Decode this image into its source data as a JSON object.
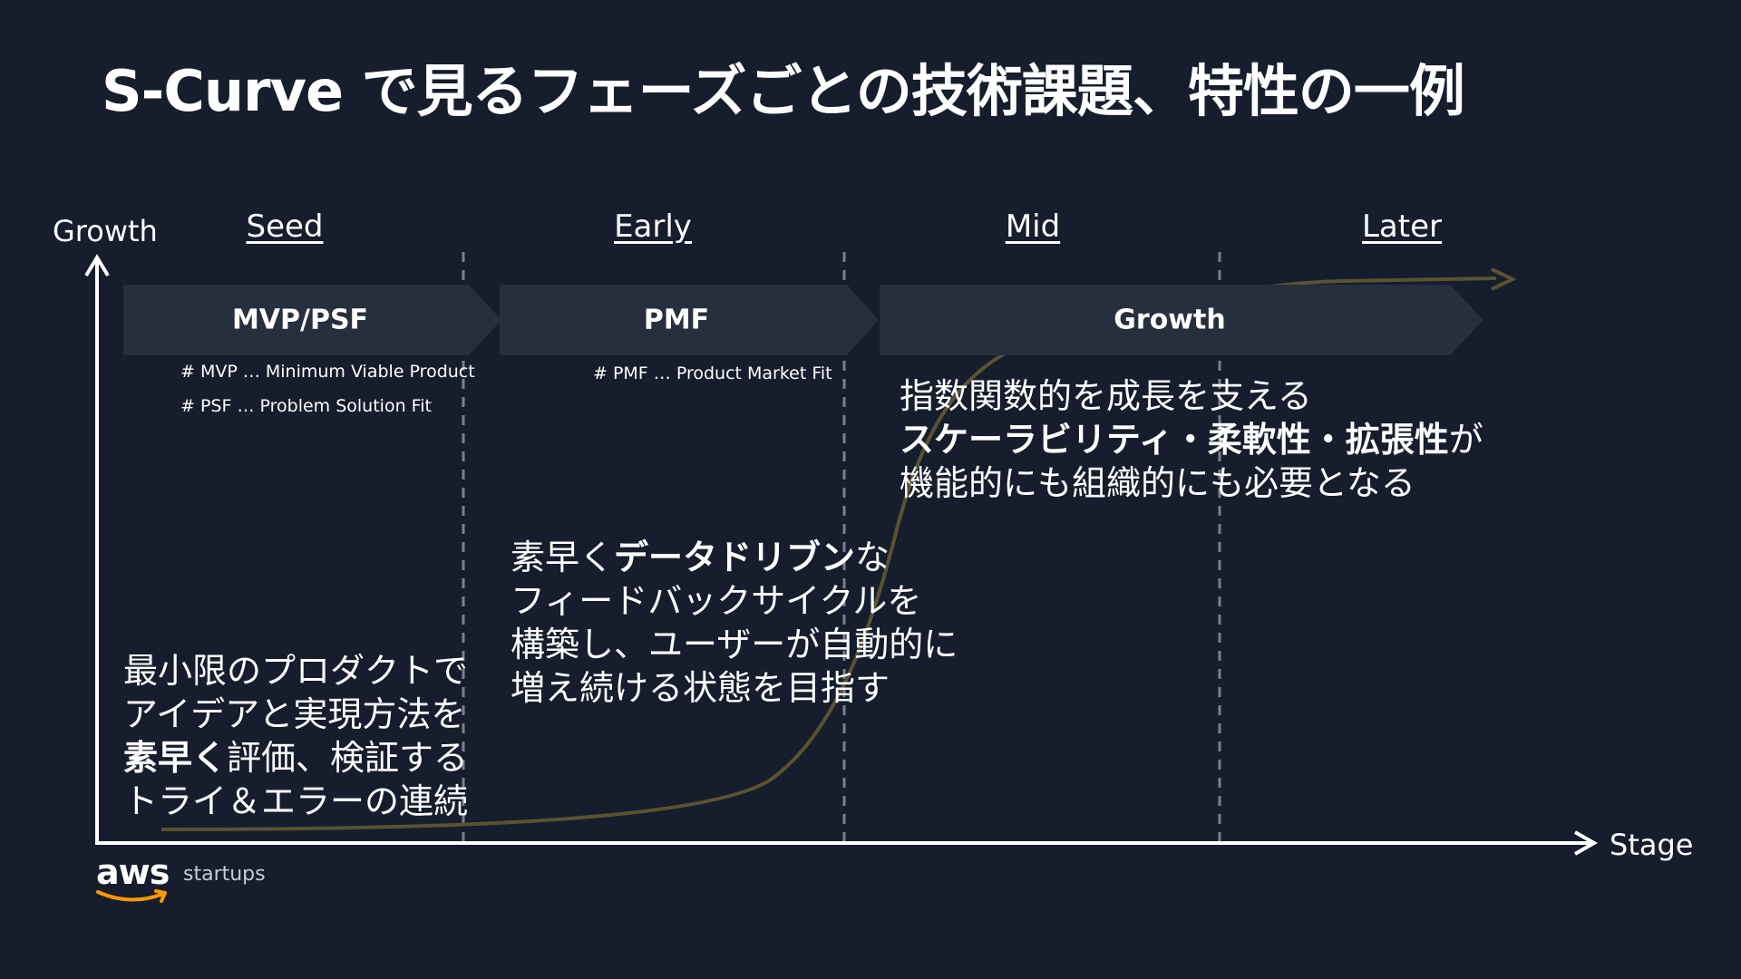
{
  "title": "S-Curve で見るフェーズごとの技術課題、特性の一例",
  "axes": {
    "y_label": "Growth",
    "x_label": "Stage"
  },
  "phases": [
    {
      "label": "Seed"
    },
    {
      "label": "Early"
    },
    {
      "label": "Mid"
    },
    {
      "label": "Later"
    }
  ],
  "stages": [
    {
      "label": "MVP/PSF"
    },
    {
      "label": "PMF"
    },
    {
      "label": "Growth"
    }
  ],
  "notes": {
    "mvp": "# MVP … Minimum Viable Product",
    "psf": "# PSF … Problem Solution Fit",
    "pmf": "# PMF … Product Market Fit"
  },
  "descriptions": {
    "seed": {
      "line1": "最小限のプロダクトで",
      "line2": "アイデアと実現方法を",
      "line3_bold": "素早く",
      "line3_rest": "評価、検証する",
      "line4": "トライ＆エラーの連続"
    },
    "early": {
      "line1_pre": "素早く",
      "line1_bold": "データドリブン",
      "line1_post": "な",
      "line2": "フィードバックサイクルを",
      "line3": "構築し、ユーザーが自動的に",
      "line4": "増え続ける状態を目指す"
    },
    "mid": {
      "line1": "指数関数的を成長を支える",
      "line2_bold1": "スケーラビリティ・柔軟性・拡張性",
      "line2_post": "が",
      "line3": "機能的にも組織的にも必要となる"
    }
  },
  "branding": {
    "logo": "aws",
    "sub": "startups"
  },
  "colors": {
    "background": "#161d2d",
    "chevron": "#252f3e",
    "curve": "#5b5330",
    "aws_smile": "#ff9900",
    "divider": "#7a808b"
  }
}
